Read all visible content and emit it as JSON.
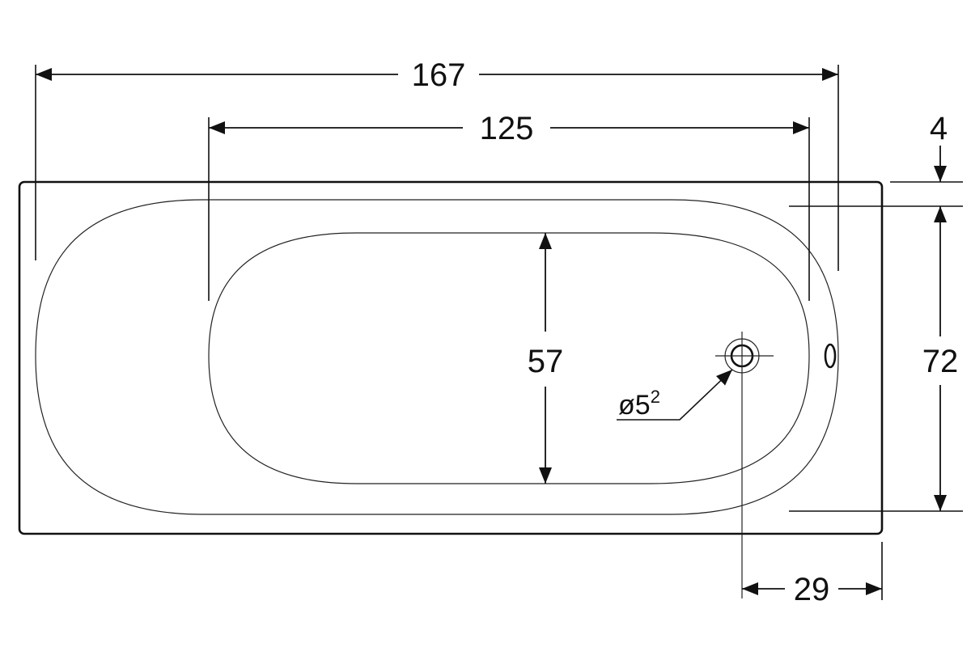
{
  "dimensions": {
    "overall_length": "167",
    "inner_length": "125",
    "rim_height": "4",
    "inner_width": "57",
    "overall_width": "72",
    "drain_offset": "29",
    "drain_diameter_prefix": "ø5",
    "drain_diameter_sup": "2"
  },
  "colors": {
    "line": "#111111",
    "background": "#ffffff"
  }
}
